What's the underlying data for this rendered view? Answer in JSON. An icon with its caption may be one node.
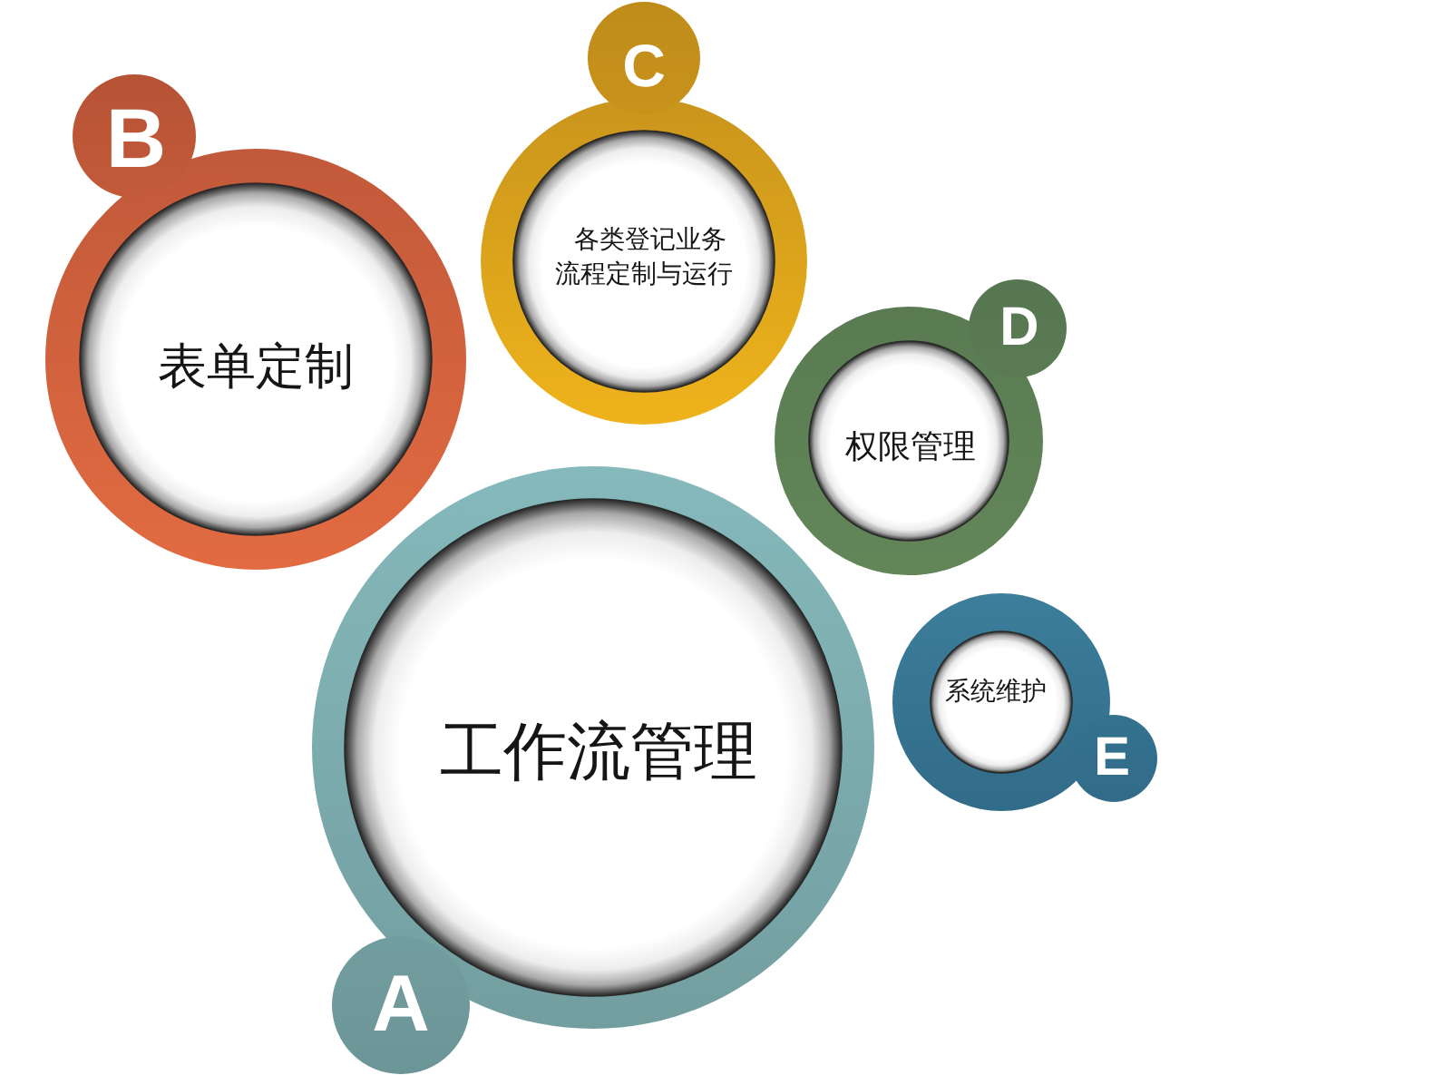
{
  "diagram": {
    "nodes": [
      {
        "text": [
          "B"
        ]
      },
      {
        "text": [
          "表单定制"
        ]
      },
      {
        "text": [
          "C"
        ]
      },
      {
        "text": [
          "各类登记业务流程定制与运行"
        ]
      },
      {
        "text": [
          "D"
        ]
      },
      {
        "text": [
          "权限管理"
        ]
      },
      {
        "text": [
          "系统维护"
        ]
      },
      {
        "text": [
          "E"
        ]
      },
      {
        "text": [
          "工作流管理"
        ]
      },
      {
        "text": [
          "A"
        ]
      }
    ]
  }
}
